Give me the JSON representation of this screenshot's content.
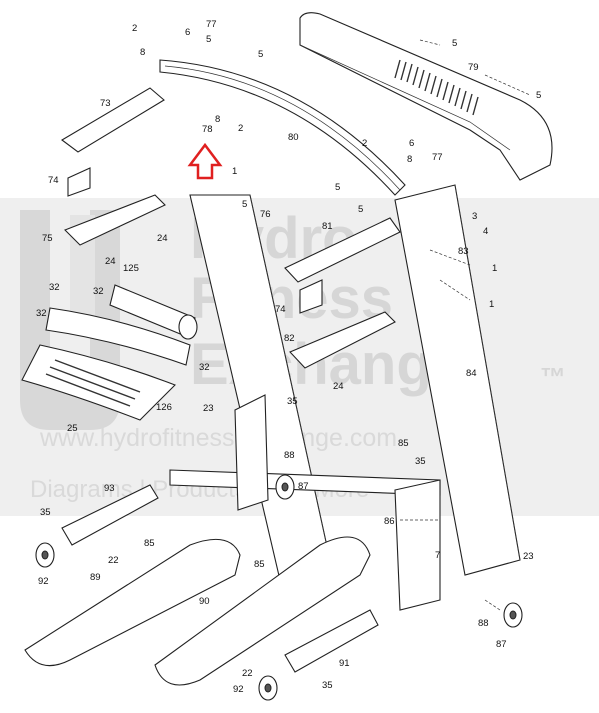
{
  "watermark": {
    "line1": "Hydro",
    "line2": "Fitness",
    "line3": "Exchange",
    "tm": "™",
    "url": "www.hydrofitnessexchange.com",
    "tagline": "Diagrams | Products | And More"
  },
  "colors": {
    "highlight_arrow": "#e02020",
    "watermark": "#d6d6d6",
    "lines": "#222222"
  },
  "callouts": [
    {
      "id": "c2a",
      "text": "2"
    },
    {
      "id": "c6a",
      "text": "6"
    },
    {
      "id": "c77a",
      "text": "77"
    },
    {
      "id": "c8a",
      "text": "8"
    },
    {
      "id": "c5a",
      "text": "5"
    },
    {
      "id": "c5b",
      "text": "5"
    },
    {
      "id": "c5c",
      "text": "5"
    },
    {
      "id": "c79",
      "text": "79"
    },
    {
      "id": "c5d",
      "text": "5"
    },
    {
      "id": "c73",
      "text": "73"
    },
    {
      "id": "c8b",
      "text": "8"
    },
    {
      "id": "c2b",
      "text": "2"
    },
    {
      "id": "c78",
      "text": "78"
    },
    {
      "id": "c80",
      "text": "80"
    },
    {
      "id": "c2c",
      "text": "2"
    },
    {
      "id": "c6b",
      "text": "6"
    },
    {
      "id": "c8c",
      "text": "8"
    },
    {
      "id": "c77b",
      "text": "77"
    },
    {
      "id": "c1a",
      "text": "1"
    },
    {
      "id": "c5e",
      "text": "5"
    },
    {
      "id": "c74a",
      "text": "74"
    },
    {
      "id": "c5f",
      "text": "5"
    },
    {
      "id": "c5g",
      "text": "5"
    },
    {
      "id": "c76",
      "text": "76"
    },
    {
      "id": "c81",
      "text": "81"
    },
    {
      "id": "c3",
      "text": "3"
    },
    {
      "id": "c4",
      "text": "4"
    },
    {
      "id": "c75",
      "text": "75"
    },
    {
      "id": "c24a",
      "text": "24"
    },
    {
      "id": "c24b",
      "text": "24"
    },
    {
      "id": "c125",
      "text": "125"
    },
    {
      "id": "c83",
      "text": "83"
    },
    {
      "id": "c1b",
      "text": "1"
    },
    {
      "id": "c32a",
      "text": "32"
    },
    {
      "id": "c32b",
      "text": "32"
    },
    {
      "id": "c1c",
      "text": "1"
    },
    {
      "id": "c74b",
      "text": "74"
    },
    {
      "id": "c82",
      "text": "82"
    },
    {
      "id": "c32c",
      "text": "32"
    },
    {
      "id": "c32d",
      "text": "32"
    },
    {
      "id": "c24c",
      "text": "24"
    },
    {
      "id": "c84",
      "text": "84"
    },
    {
      "id": "c126",
      "text": "126"
    },
    {
      "id": "c23a",
      "text": "23"
    },
    {
      "id": "c35a",
      "text": "35"
    },
    {
      "id": "c25",
      "text": "25"
    },
    {
      "id": "c85a",
      "text": "85"
    },
    {
      "id": "c88a",
      "text": "88"
    },
    {
      "id": "c35b",
      "text": "35"
    },
    {
      "id": "c87a",
      "text": "87"
    },
    {
      "id": "c93",
      "text": "93"
    },
    {
      "id": "c86",
      "text": "86"
    },
    {
      "id": "c35c",
      "text": "35"
    },
    {
      "id": "c22a",
      "text": "22"
    },
    {
      "id": "c85b",
      "text": "85"
    },
    {
      "id": "c7",
      "text": "7"
    },
    {
      "id": "c92a",
      "text": "92"
    },
    {
      "id": "c89",
      "text": "89"
    },
    {
      "id": "c85c",
      "text": "85"
    },
    {
      "id": "c23b",
      "text": "23"
    },
    {
      "id": "c90",
      "text": "90"
    },
    {
      "id": "c88b",
      "text": "88"
    },
    {
      "id": "c87b",
      "text": "87"
    },
    {
      "id": "c91",
      "text": "91"
    },
    {
      "id": "c22b",
      "text": "22"
    },
    {
      "id": "c92b",
      "text": "92"
    },
    {
      "id": "c35d",
      "text": "35"
    }
  ]
}
